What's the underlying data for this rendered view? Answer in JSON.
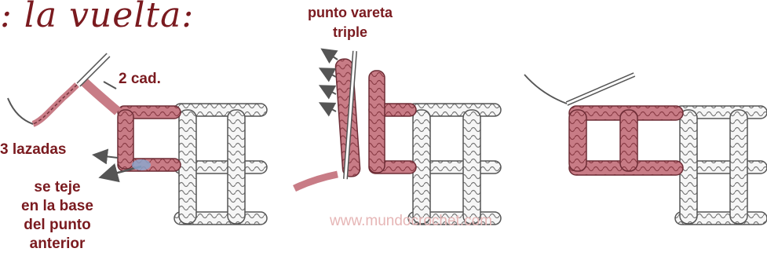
{
  "title": ": la vuelta:",
  "labels": {
    "chain": "2 cad.",
    "yarn_overs": "3 lazadas",
    "work_in_base": [
      "se teje",
      "en la base",
      "del punto",
      "anterior"
    ],
    "stitch_name": [
      "punto vareta",
      "triple"
    ]
  },
  "watermark": "www.mundocrochet.com",
  "colors": {
    "label": "#7a1a1f",
    "pink_yarn": "#c87c86",
    "white_yarn": "#f4f4f4",
    "outline": "#555555",
    "watermark": "#e6b6b6"
  },
  "panels": [
    "step-1",
    "step-2",
    "step-3"
  ]
}
